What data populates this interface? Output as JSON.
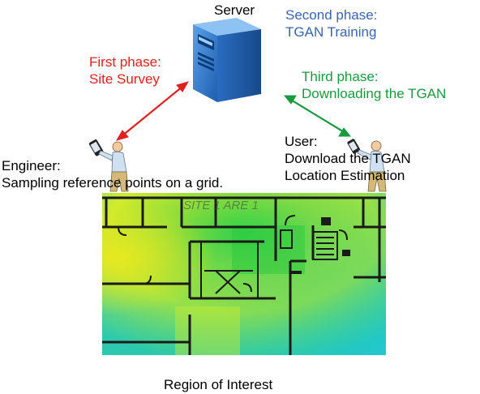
{
  "server": {
    "label": "Server",
    "icon": "server-icon"
  },
  "phases": {
    "first": {
      "line1": "First phase:",
      "line2": "Site Survey",
      "color": "#e0201e"
    },
    "second": {
      "line1": "Second phase:",
      "line2": "TGAN Training",
      "color": "#3a64b4"
    },
    "third": {
      "line1": "Third phase:",
      "line2": "Downloading the TGAN",
      "color": "#1a9a3e"
    }
  },
  "engineer": {
    "line1": "Engineer:",
    "line2": "Sampling reference points on a grid.",
    "icon": "engineer-figure-icon"
  },
  "user": {
    "line1": "User:",
    "line2": "Download the TGAN",
    "line3": "Location Estimation",
    "icon": "user-figure-icon"
  },
  "region": {
    "label": "Region of Interest"
  },
  "map": {
    "icon": "floor-plan-heatmap"
  }
}
